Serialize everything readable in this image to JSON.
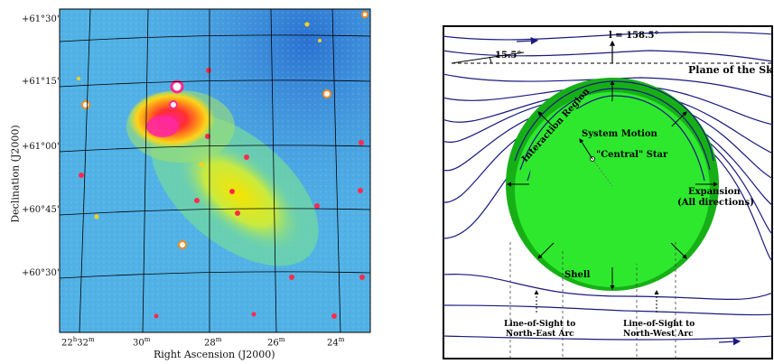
{
  "left_panel": {
    "y_axis_title": "Declination (J2000)",
    "x_axis_title": "Right Ascension (J2000)",
    "y_ticks": [
      "+61°30'",
      "+61°15'",
      "+61°00'",
      "+60°45'",
      "+60°30'"
    ],
    "x_ticks": [
      "22h32m",
      "30m",
      "28m",
      "26m",
      "24m"
    ]
  },
  "right_panel": {
    "angle_l_label": "l = 158.5°",
    "angle_b_label": "15.5°",
    "plane_label": "Plane of the Sky",
    "interaction_label": "Interaction Region",
    "motion_label": "System Motion",
    "star_label": "\"Central\" Star",
    "expansion_label_1": "Expansion",
    "expansion_label_2": "(All directions)",
    "shell_label": "Shell",
    "los_ne_1": "Line-of-Sight to",
    "los_ne_2": "North-East Arc",
    "los_nw_1": "Line-of-Sight to",
    "los_nw_2": "North-West Arc"
  },
  "colors": {
    "field_line": "#1a1a80",
    "shell_outer": "#16b016",
    "shell_inner": "#2ee82e",
    "background_cool": "#3aa0e0"
  }
}
